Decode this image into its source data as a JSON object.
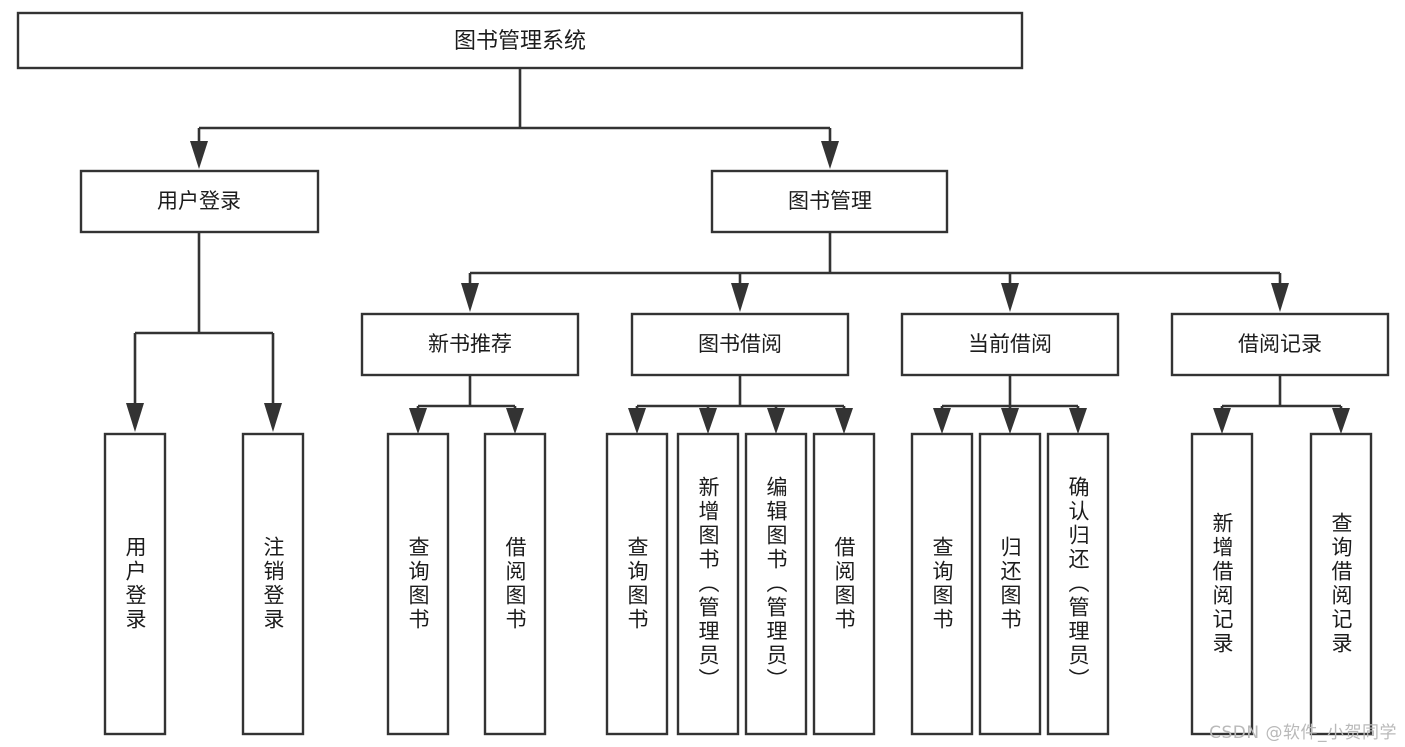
{
  "diagram": {
    "type": "tree",
    "title": "图书管理系统",
    "orientation": "top-down",
    "colors": {
      "box_fill": "#ffffff",
      "box_stroke": "#333333",
      "text": "#1c1c1c",
      "watermark": "#b9b9b9",
      "background": "#ffffff"
    },
    "root": {
      "label": "图书管理系统"
    },
    "level2": [
      {
        "label": "用户登录"
      },
      {
        "label": "图书管理"
      }
    ],
    "level3": [
      {
        "label": "新书推荐"
      },
      {
        "label": "图书借阅"
      },
      {
        "label": "当前借阅"
      },
      {
        "label": "借阅记录"
      }
    ],
    "leaves": {
      "user_login": [
        {
          "label": "用户登录"
        },
        {
          "label": "注销登录"
        }
      ],
      "new_book_recommend": [
        {
          "label": "查询图书"
        },
        {
          "label": "借阅图书"
        }
      ],
      "book_borrow": [
        {
          "label": "查询图书"
        },
        {
          "label": "新增图书（管理员）"
        },
        {
          "label": "编辑图书（管理员）"
        },
        {
          "label": "借阅图书"
        }
      ],
      "current_borrow": [
        {
          "label": "查询图书"
        },
        {
          "label": "归还图书"
        },
        {
          "label": "确认归还（管理员）"
        }
      ],
      "borrow_record": [
        {
          "label": "新增借阅记录"
        },
        {
          "label": "查询借阅记录"
        }
      ]
    },
    "watermark": "CSDN @软件_小贺同学"
  }
}
